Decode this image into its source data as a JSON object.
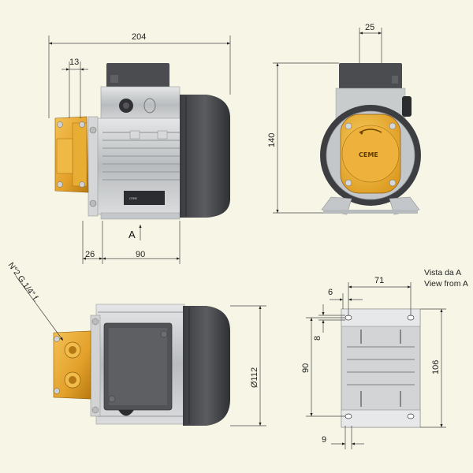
{
  "dims": {
    "overall_length": "204",
    "port_offset": "13",
    "motor_offset": "26",
    "foot_length": "90",
    "height": "140",
    "front_width": "25",
    "diameter": "Ø112",
    "view_width": "71",
    "view_height": "106",
    "hole_spacing": "90",
    "hole_x": "6",
    "hole_y": "8",
    "hole_dia": "9"
  },
  "labels": {
    "view_marker": "A",
    "port_spec": "N°2 G.1/4\" f.",
    "view_caption_it": "Vista da A",
    "view_caption_en": "View from A",
    "brand": "CEME",
    "nameplate": "CEME"
  },
  "colors": {
    "background": "#f7f6e6",
    "brass": "#e6a320",
    "motor_body": "#c9cccd",
    "cover": "#444649"
  }
}
